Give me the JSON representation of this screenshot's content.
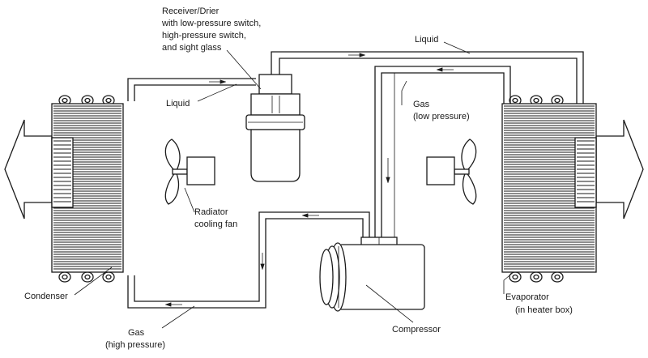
{
  "labels": {
    "receiver_line1": "Receiver/Drier",
    "receiver_line2": "with low-pressure switch,",
    "receiver_line3": "high-pressure switch,",
    "receiver_line4": "and sight glass",
    "liquid_top": "Liquid",
    "liquid_left": "Liquid",
    "gas_low_line1": "Gas",
    "gas_low_line2": "(low pressure)",
    "radiator_line1": "Radiator",
    "radiator_line2": "cooling fan",
    "condenser": "Condenser",
    "evaporator_line1": "Evaporator",
    "evaporator_line2": "(in heater box)",
    "gas_high_line1": "Gas",
    "gas_high_line2": "(high pressure)",
    "compressor": "Compressor"
  },
  "icons": {
    "condenser": "heat-exchanger-icon",
    "evaporator": "heat-exchanger-icon",
    "fan_left": "fan-icon",
    "fan_right": "fan-icon",
    "receiver": "receiver-drier-icon",
    "compressor": "compressor-icon"
  }
}
